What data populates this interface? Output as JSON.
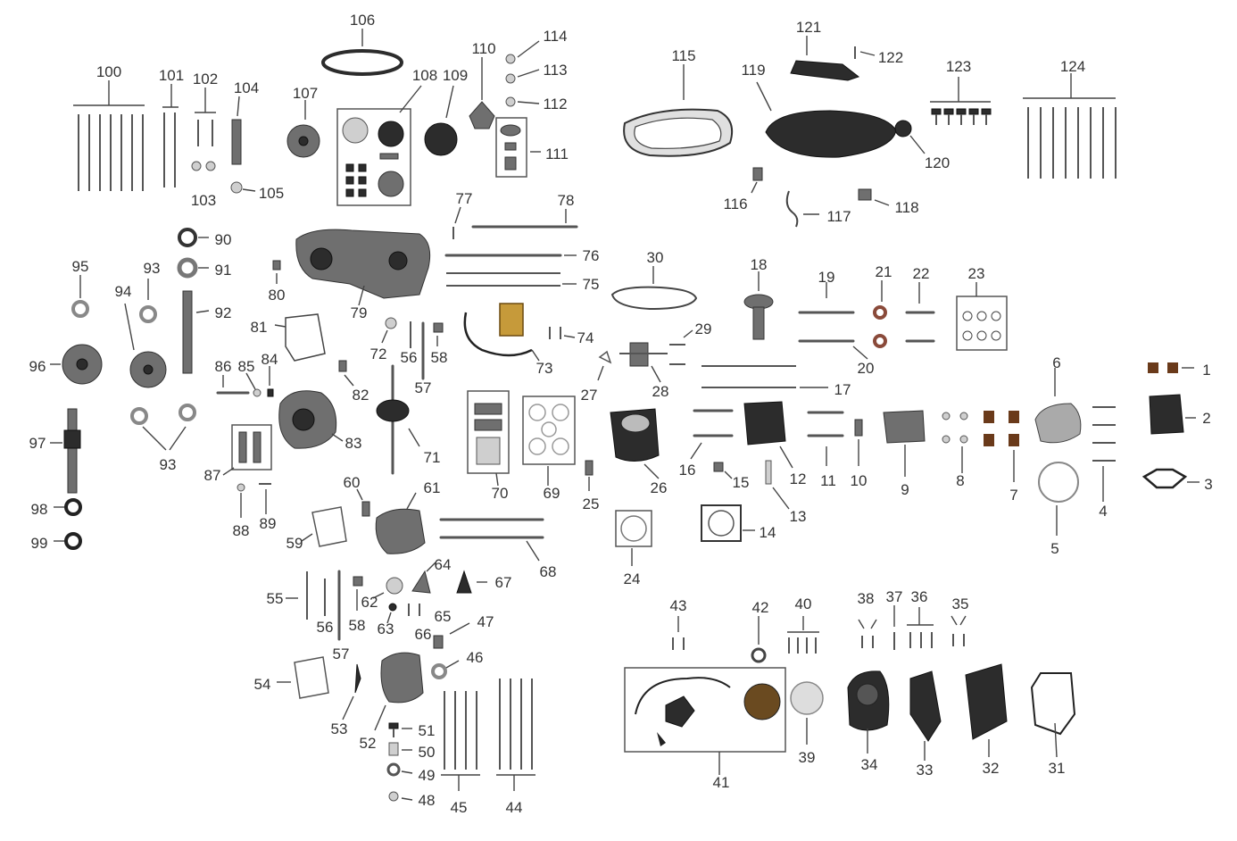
{
  "diagram": {
    "labels": [
      "1",
      "2",
      "3",
      "4",
      "5",
      "6",
      "7",
      "8",
      "9",
      "10",
      "11",
      "12",
      "13",
      "14",
      "15",
      "16",
      "17",
      "18",
      "19",
      "20",
      "21",
      "22",
      "23",
      "24",
      "25",
      "26",
      "27",
      "28",
      "29",
      "30",
      "31",
      "32",
      "33",
      "34",
      "35",
      "36",
      "37",
      "38",
      "39",
      "40",
      "41",
      "42",
      "43",
      "44",
      "45",
      "46",
      "47",
      "48",
      "49",
      "50",
      "51",
      "52",
      "53",
      "54",
      "55",
      "56",
      "57",
      "58",
      "59",
      "60",
      "61",
      "62",
      "63",
      "64",
      "65",
      "66",
      "67",
      "68",
      "69",
      "70",
      "71",
      "72",
      "73",
      "74",
      "75",
      "76",
      "77",
      "78",
      "79",
      "80",
      "81",
      "82",
      "83",
      "84",
      "85",
      "86",
      "87",
      "88",
      "89",
      "90",
      "91",
      "92",
      "93",
      "94",
      "95",
      "96",
      "97",
      "98",
      "99",
      "100",
      "101",
      "102",
      "103",
      "104",
      "105",
      "106",
      "107",
      "108",
      "109",
      "110",
      "111",
      "112",
      "113",
      "114",
      "115",
      "116",
      "117",
      "118",
      "119",
      "120",
      "121",
      "122",
      "123",
      "124"
    ],
    "extra_labels": {
      "56b": "56",
      "57b": "57",
      "58b": "58",
      "93b": "93"
    }
  },
  "colors": {
    "line": "#444444",
    "part": "#6f6f6f",
    "dark": "#2c2c2c",
    "background": "#ffffff"
  }
}
